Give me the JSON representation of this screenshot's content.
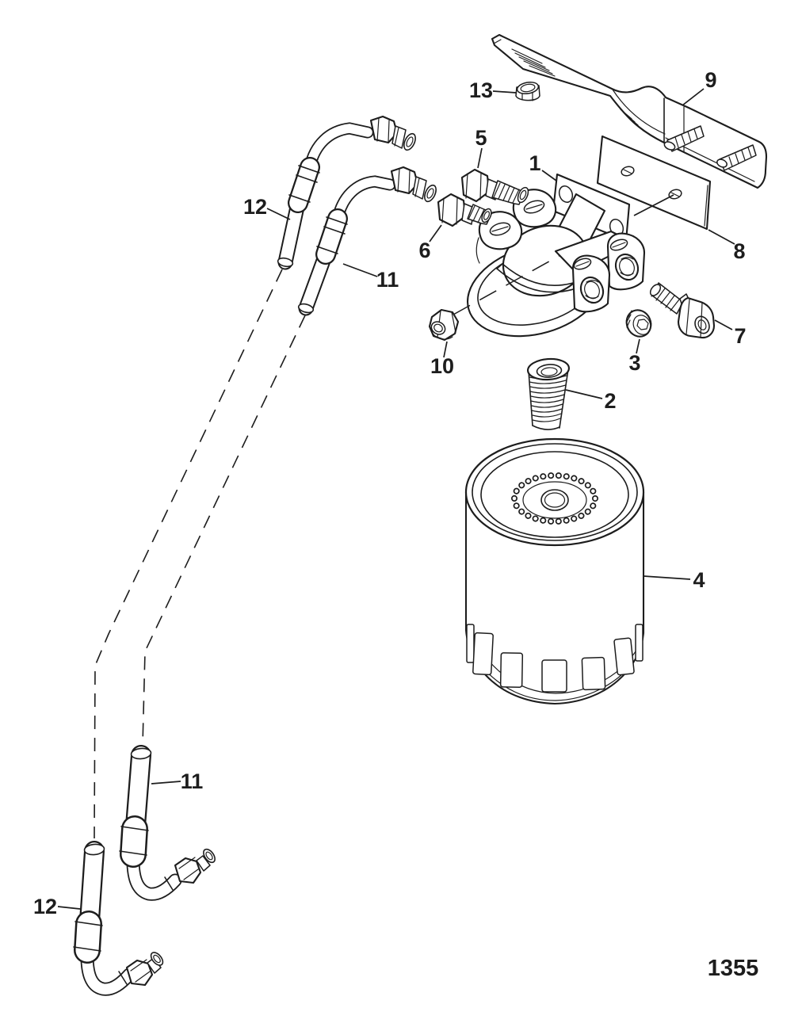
{
  "figure": {
    "drawing_number": "1355",
    "ink_color": "#1d1d1d",
    "paper_color": "#ffffff"
  },
  "callouts": {
    "c1": {
      "label": "1"
    },
    "c2": {
      "label": "2"
    },
    "c3": {
      "label": "3"
    },
    "c4": {
      "label": "4"
    },
    "c5": {
      "label": "5"
    },
    "c6": {
      "label": "6"
    },
    "c7": {
      "label": "7"
    },
    "c8": {
      "label": "8"
    },
    "c9": {
      "label": "9"
    },
    "c10": {
      "label": "10"
    },
    "c11_top": {
      "label": "11"
    },
    "c11_bottom": {
      "label": "11"
    },
    "c12_top": {
      "label": "12"
    },
    "c12_bottom": {
      "label": "12"
    },
    "c13": {
      "label": "13"
    }
  }
}
